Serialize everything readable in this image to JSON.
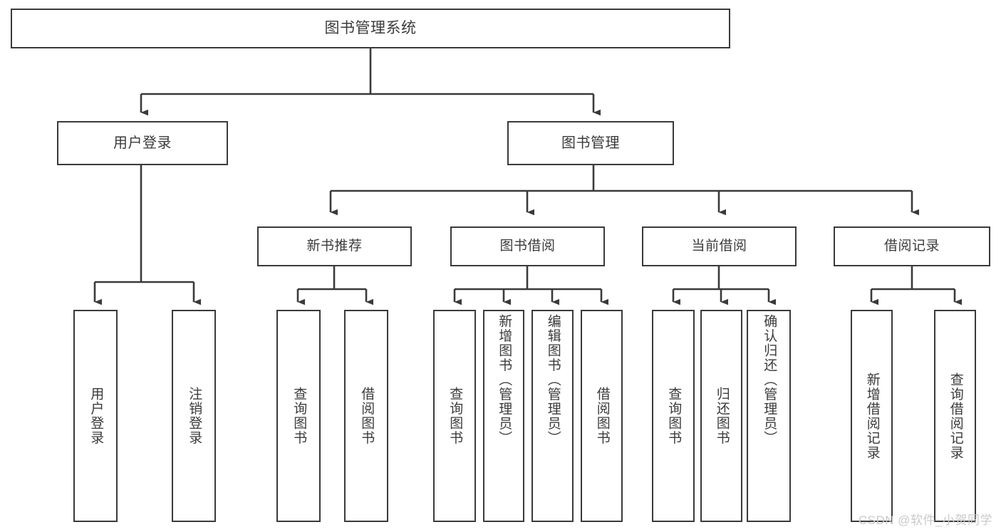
{
  "diagram": {
    "title": "图书管理系统",
    "watermark": "CSDN @软件_小贺同学",
    "stroke_color": "#3a3a3a",
    "text_color": "#3b3b3b",
    "background_color": "#ffffff",
    "root": {
      "label": "图书管理系统"
    },
    "level1": [
      {
        "label": "用户登录"
      },
      {
        "label": "图书管理"
      }
    ],
    "level2": [
      {
        "label": "新书推荐"
      },
      {
        "label": "图书借阅"
      },
      {
        "label": "当前借阅"
      },
      {
        "label": "借阅记录"
      }
    ],
    "leaves": {
      "user_login": [
        {
          "label": "用户登录"
        },
        {
          "label": "注销登录"
        }
      ],
      "new_book_recommend": [
        {
          "label": "查询图书"
        },
        {
          "label": "借阅图书"
        }
      ],
      "book_borrow": [
        {
          "label": "查询图书"
        },
        {
          "label": "新增图书（管理员）"
        },
        {
          "label": "编辑图书（管理员）"
        },
        {
          "label": "借阅图书"
        }
      ],
      "current_borrow": [
        {
          "label": "查询图书"
        },
        {
          "label": "归还图书"
        },
        {
          "label": "确认归还（管理员）"
        }
      ],
      "borrow_record": [
        {
          "label": "新增借阅记录"
        },
        {
          "label": "查询借阅记录"
        }
      ]
    }
  }
}
